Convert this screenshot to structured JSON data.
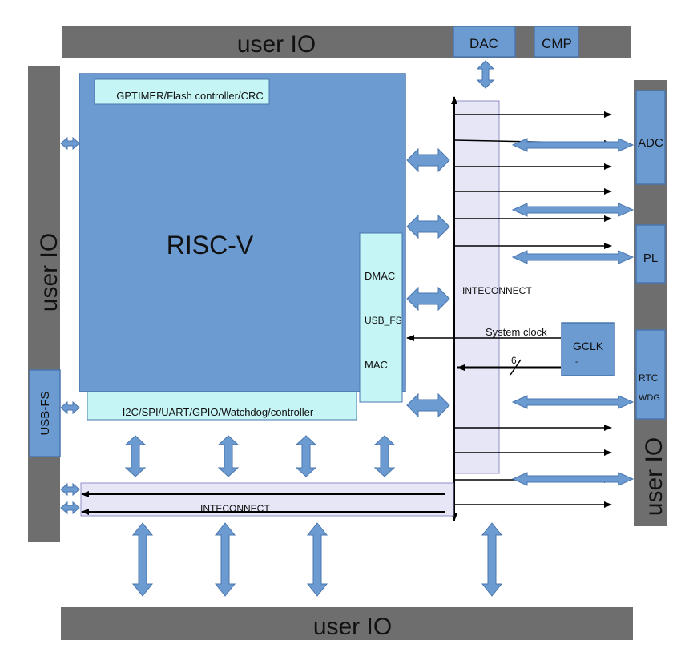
{
  "labels": {
    "top_io": "user IO",
    "bottom_io": "user IO",
    "left_io": "user IO",
    "right_io": "user IO",
    "dac": "DAC",
    "cmp": "CMP",
    "gptimer": "GPTIMER/Flash controller/CRC",
    "riscv": "RISC-V",
    "i2c": "I2C/SPI/UART/GPIO/Watchdog/controller",
    "dmac": "DMAC",
    "usb_fs_inner": "USB_FS",
    "mac": "MAC",
    "interconnect_vertical": "INTECONNECT",
    "interconnect_horizontal": "INTECONNECT",
    "system_clock": "System   clock",
    "gclk": "GCLK",
    "gclk_dash": "-",
    "bus_width": "6",
    "adc": "ADC",
    "pl": "PL",
    "rtc": "RTC",
    "wdg": "WDG",
    "usb_fs_side": "USB-FS"
  },
  "colors": {
    "io_bar": "#6e6e6e",
    "block_blue": "#6b9bd1",
    "block_border": "#4a76ad",
    "cyan_block": "#c6f5f5",
    "interconnect_fill": "#e6e6f7",
    "arrow_blue": "#6b9bd1",
    "line_black": "#000000"
  }
}
